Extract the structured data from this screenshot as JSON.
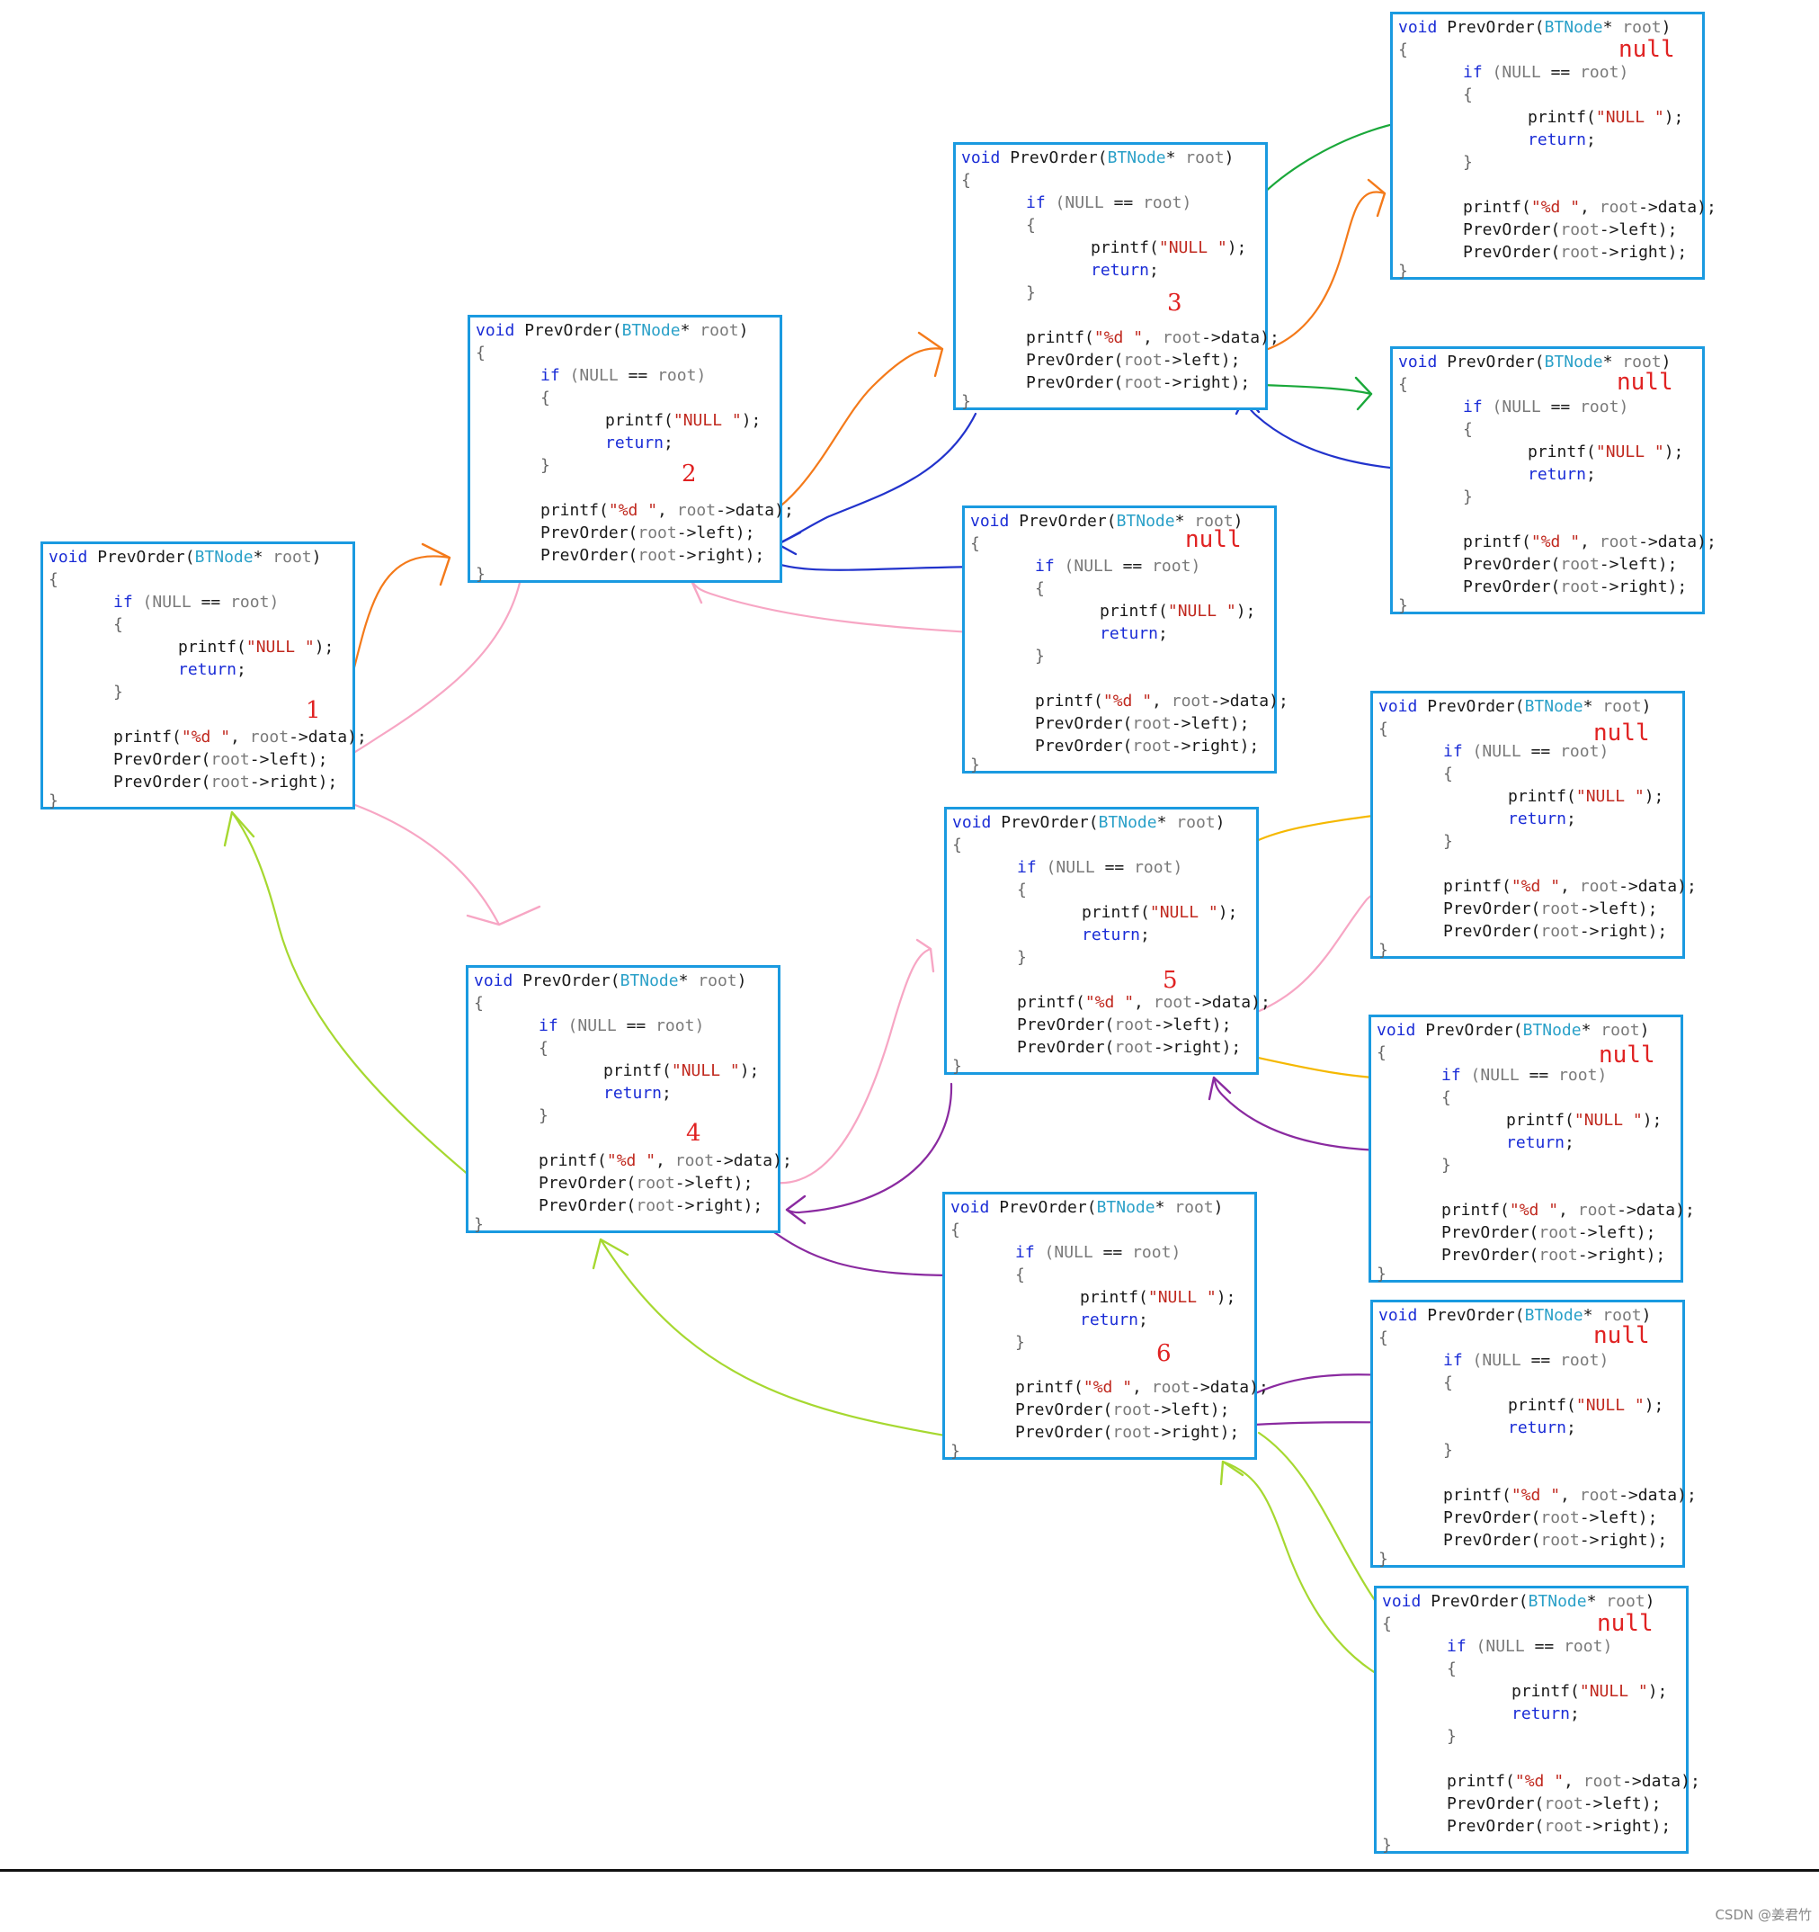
{
  "code": {
    "sig_void": "void",
    "sig_func": "PrevOrder(",
    "sig_type": "BTNode",
    "sig_star": "*",
    "sig_param": "root",
    "sig_close": ")",
    "open_brace": "{",
    "close_brace": "}",
    "if_kw": "if",
    "if_null": "(NULL",
    "if_eq": "==",
    "if_root": "root)",
    "printf_null_fn": "printf(",
    "printf_null_str": "\"NULL \"",
    "printf_null_end": ");",
    "return_kw": "return",
    "semi": ";",
    "printf_data_fn": "printf(",
    "printf_data_str": "\"%d \"",
    "printf_data_comma": ",",
    "printf_data_arg": "root",
    "printf_data_arrow": "->data);",
    "left_call": "PrevOrder(",
    "left_arg": "root",
    "left_rest": "->left);",
    "right_call": "PrevOrder(",
    "right_arg": "root",
    "right_rest": "->right);"
  },
  "null_label": "null",
  "frames": [
    {
      "id": "f1",
      "number": "1",
      "null": false
    },
    {
      "id": "f2",
      "number": "2",
      "null": false
    },
    {
      "id": "f3",
      "number": "3",
      "null": false
    },
    {
      "id": "f4",
      "number": "4",
      "null": false
    },
    {
      "id": "f5",
      "number": "5",
      "null": false
    },
    {
      "id": "f6",
      "number": "6",
      "null": false
    },
    {
      "id": "n1",
      "number": "",
      "null": true
    },
    {
      "id": "n2",
      "number": "",
      "null": true
    },
    {
      "id": "n3",
      "number": "",
      "null": true
    },
    {
      "id": "n4",
      "number": "",
      "null": true
    },
    {
      "id": "n5",
      "number": "",
      "null": true
    },
    {
      "id": "n6",
      "number": "",
      "null": true
    },
    {
      "id": "n7",
      "number": "",
      "null": true
    }
  ],
  "colors": {
    "frame_border": "#1a9ae0",
    "orange": "#f47a1a",
    "pink": "#f7a6c4",
    "blue": "#2233cc",
    "green": "#1aa83a",
    "yellow": "#f5b800",
    "purple": "#8a2aa0",
    "lime": "#a6d830"
  },
  "credit": "CSDN @姜君竹"
}
